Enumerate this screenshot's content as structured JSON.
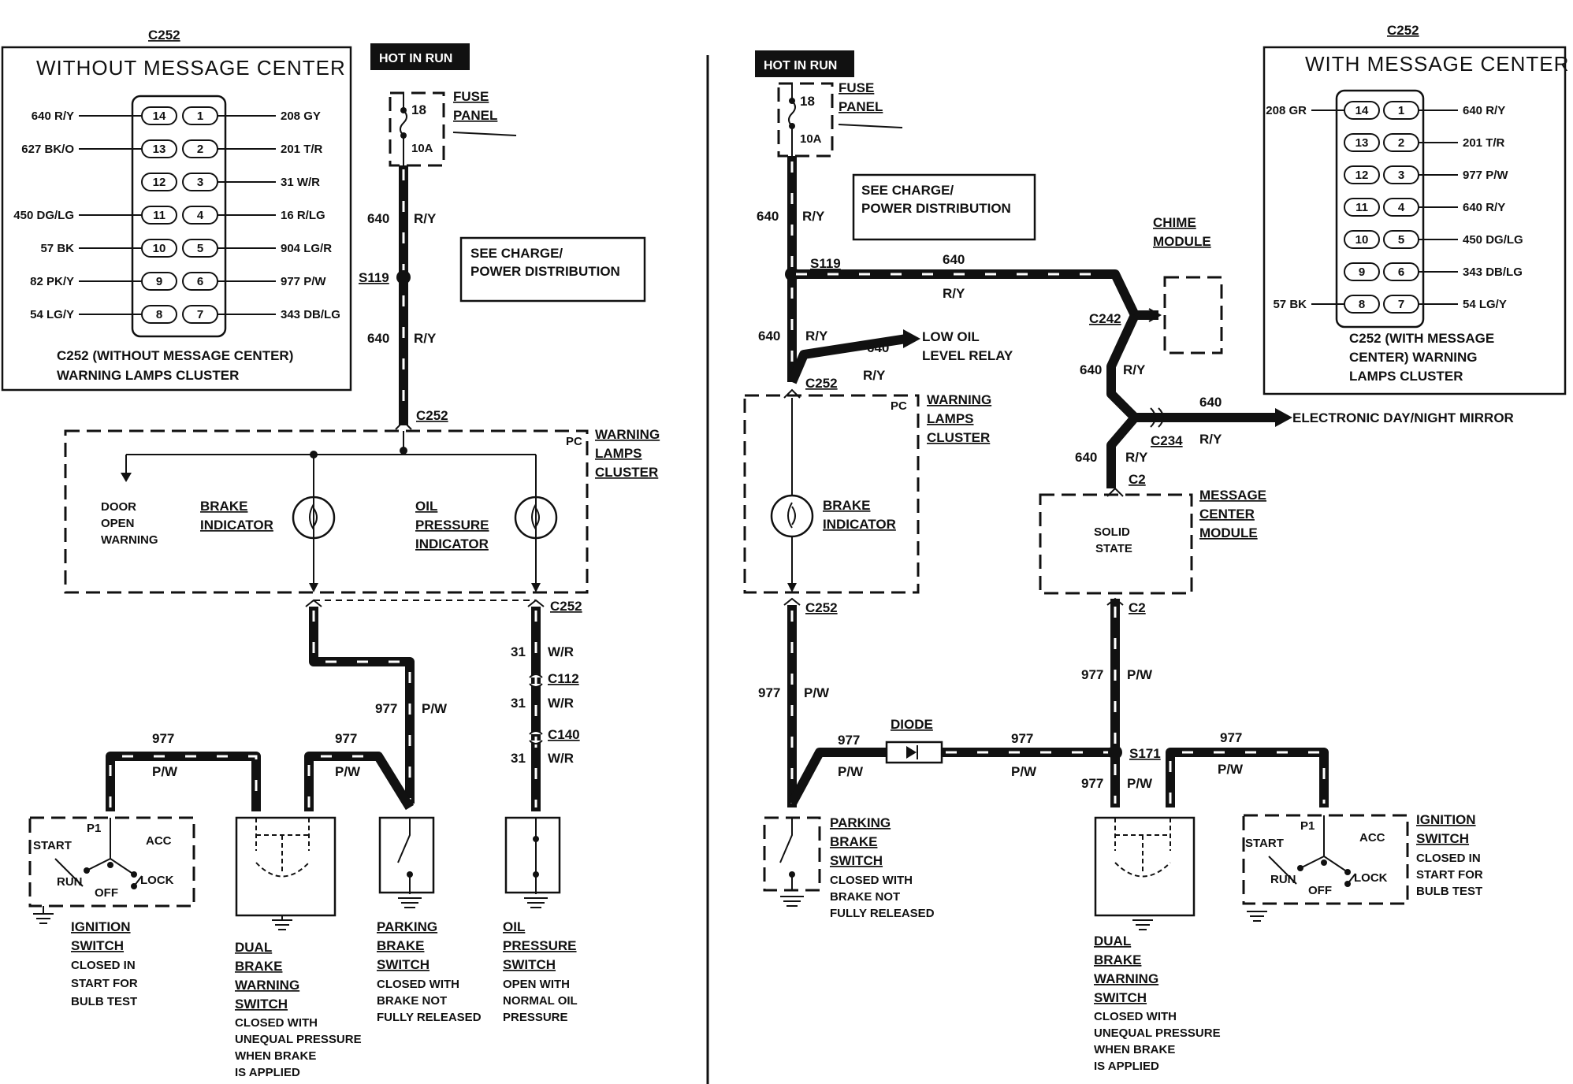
{
  "left": {
    "connector_title": "C252",
    "connector_box_title": "WITHOUT MESSAGE CENTER",
    "pins_left": [
      {
        "pin": "14",
        "label": "640 R/Y"
      },
      {
        "pin": "13",
        "label": "627 BK/O"
      },
      {
        "pin": "12",
        "label": ""
      },
      {
        "pin": "11",
        "label": "450 DG/LG"
      },
      {
        "pin": "10",
        "label": "57 BK"
      },
      {
        "pin": "9",
        "label": "82 PK/Y"
      },
      {
        "pin": "8",
        "label": "54 LG/Y"
      }
    ],
    "pins_right": [
      {
        "pin": "1",
        "label": "208 GY"
      },
      {
        "pin": "2",
        "label": "201 T/R"
      },
      {
        "pin": "3",
        "label": "31 W/R"
      },
      {
        "pin": "4",
        "label": "16 R/LG"
      },
      {
        "pin": "5",
        "label": "904 LG/R"
      },
      {
        "pin": "6",
        "label": "977 P/W"
      },
      {
        "pin": "7",
        "label": "343 DB/LG"
      }
    ],
    "connector_caption": [
      "C252 (WITHOUT MESSAGE CENTER)",
      "WARNING LAMPS CLUSTER"
    ],
    "hot_in_run": "HOT IN RUN",
    "fuse_num": "18",
    "fuse_rating": "10A",
    "fuse_panel": [
      "FUSE",
      "PANEL"
    ],
    "see_charge": [
      "SEE CHARGE/",
      "POWER DISTRIBUTION"
    ],
    "wire_640": "640",
    "wire_ry": "R/Y",
    "splice_s119": "S119",
    "conn_c252": "C252",
    "pc": "PC",
    "cluster_label": [
      "WARNING",
      "LAMPS",
      "CLUSTER"
    ],
    "door_open": [
      "DOOR",
      "OPEN",
      "WARNING"
    ],
    "brake_indicator": [
      "BRAKE",
      "INDICATOR"
    ],
    "oil_indicator": [
      "OIL",
      "PRESSURE",
      "INDICATOR"
    ],
    "wire_31": "31",
    "wire_wr": "W/R",
    "conn_c112": "C112",
    "conn_c140": "C140",
    "wire_977": "977",
    "wire_pw": "P/W",
    "switch_labels": {
      "p1": "P1",
      "start": "START",
      "acc": "ACC",
      "run": "RUN",
      "off": "OFF",
      "lock": "LOCK"
    },
    "ignition_switch": {
      "title": [
        "IGNITION",
        "SWITCH"
      ],
      "note": [
        "CLOSED IN",
        "START FOR",
        "BULB TEST"
      ]
    },
    "dual_brake_switch": {
      "title": [
        "DUAL",
        "BRAKE",
        "WARNING",
        "SWITCH"
      ],
      "note": [
        "CLOSED WITH",
        "UNEQUAL PRESSURE",
        "WHEN BRAKE",
        "IS APPLIED"
      ]
    },
    "parking_brake_switch": {
      "title": [
        "PARKING",
        "BRAKE",
        "SWITCH"
      ],
      "note": [
        "CLOSED WITH",
        "BRAKE NOT",
        "FULLY RELEASED"
      ]
    },
    "oil_pressure_switch": {
      "title": [
        "OIL",
        "PRESSURE",
        "SWITCH"
      ],
      "note": [
        "OPEN WITH",
        "NORMAL OIL",
        "PRESSURE"
      ]
    }
  },
  "right": {
    "connector_title": "C252",
    "connector_box_title": "WITH MESSAGE CENTER",
    "pins_left": [
      {
        "pin": "14",
        "label": "208 GR"
      },
      {
        "pin": "13",
        "label": ""
      },
      {
        "pin": "12",
        "label": ""
      },
      {
        "pin": "11",
        "label": ""
      },
      {
        "pin": "10",
        "label": ""
      },
      {
        "pin": "9",
        "label": ""
      },
      {
        "pin": "8",
        "label": "57 BK"
      }
    ],
    "pins_right": [
      {
        "pin": "1",
        "label": "640 R/Y"
      },
      {
        "pin": "2",
        "label": "201 T/R"
      },
      {
        "pin": "3",
        "label": "977 P/W"
      },
      {
        "pin": "4",
        "label": "640 R/Y"
      },
      {
        "pin": "5",
        "label": "450 DG/LG"
      },
      {
        "pin": "6",
        "label": "343 DB/LG"
      },
      {
        "pin": "7",
        "label": "54 LG/Y"
      }
    ],
    "connector_caption": [
      "C252 (WITH MESSAGE",
      "CENTER) WARNING",
      "LAMPS CLUSTER"
    ],
    "hot_in_run": "HOT IN RUN",
    "fuse_num": "18",
    "fuse_rating": "10A",
    "fuse_panel": [
      "FUSE",
      "PANEL"
    ],
    "see_charge": [
      "SEE CHARGE/",
      "POWER DISTRIBUTION"
    ],
    "chime_module": [
      "CHIME",
      "MODULE"
    ],
    "splice_s119": "S119",
    "conn_c242": "C242",
    "low_oil": [
      "LOW OIL",
      "LEVEL RELAY"
    ],
    "conn_c252": "C252",
    "pc": "PC",
    "cluster_label": [
      "WARNING",
      "LAMPS",
      "CLUSTER"
    ],
    "brake_indicator": [
      "BRAKE",
      "INDICATOR"
    ],
    "conn_c234": "C234",
    "mirror": "ELECTRONIC DAY/NIGHT MIRROR",
    "conn_c2": "C2",
    "message_center": [
      "MESSAGE",
      "CENTER",
      "MODULE"
    ],
    "solid_state": [
      "SOLID",
      "STATE"
    ],
    "diode": "DIODE",
    "splice_s171": "S171",
    "parking_brake_switch": {
      "title": [
        "PARKING",
        "BRAKE",
        "SWITCH"
      ],
      "note": [
        "CLOSED WITH",
        "BRAKE NOT",
        "FULLY RELEASED"
      ]
    },
    "dual_brake_switch": {
      "title": [
        "DUAL",
        "BRAKE",
        "WARNING",
        "SWITCH"
      ],
      "note": [
        "CLOSED WITH",
        "UNEQUAL PRESSURE",
        "WHEN BRAKE",
        "IS APPLIED"
      ]
    },
    "ignition_switch": {
      "title": [
        "IGNITION",
        "SWITCH"
      ],
      "note": [
        "CLOSED IN",
        "START FOR",
        "BULB TEST"
      ]
    }
  }
}
